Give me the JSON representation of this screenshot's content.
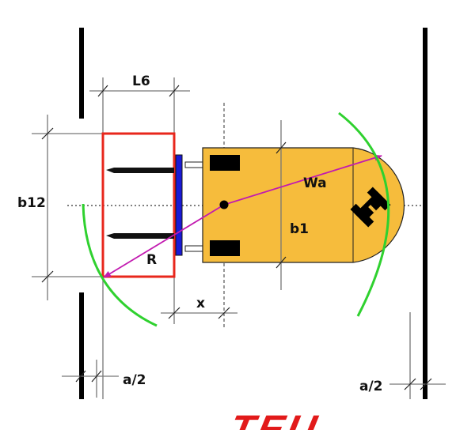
{
  "title": "Forklift aisle width dimension diagram",
  "labels": {
    "l6": "L6",
    "b12": "b12",
    "wa": "Wa",
    "b1": "b1",
    "r": "R",
    "x": "x",
    "a_half_left": "a/2",
    "a_half_right": "a/2"
  },
  "logo": "TEU",
  "colors": {
    "load": "#e8271c",
    "body": "#f6bc3c",
    "mast": "#1a1ad6",
    "radius": "#c21ab0",
    "clearance": "#2fd12f",
    "logo": "#e21a1a"
  }
}
